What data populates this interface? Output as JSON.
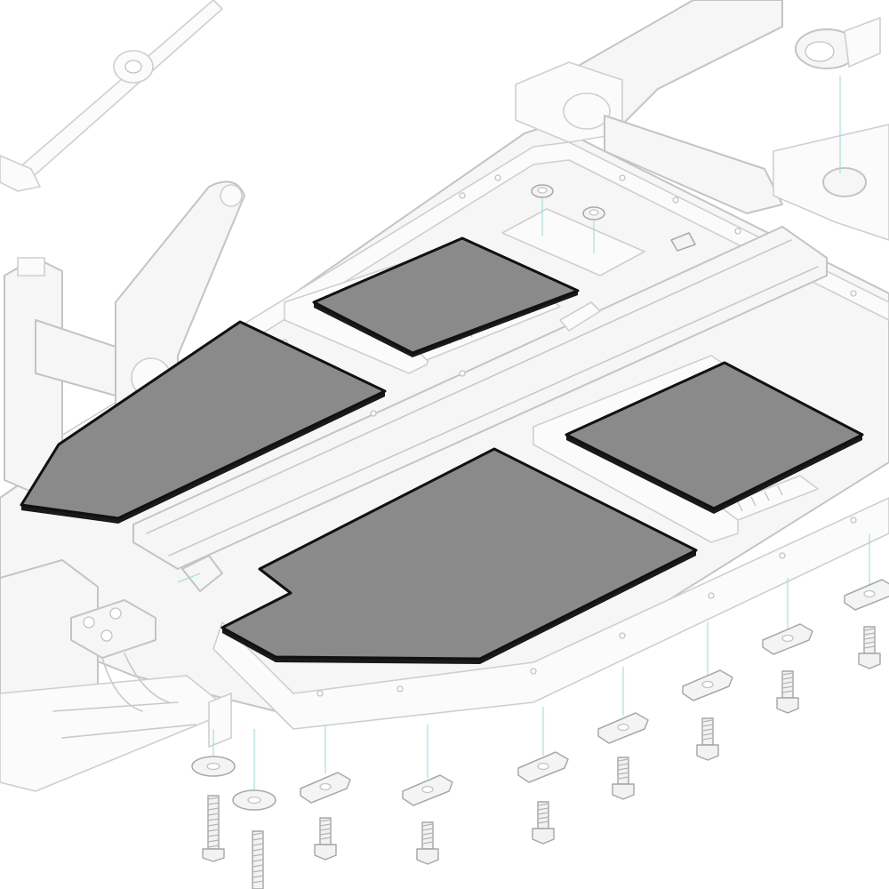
{
  "diagram": {
    "colors": {
      "background": "#ffffff",
      "chassis_stroke": "#c4c4c4",
      "chassis_fill": "#f6f6f6",
      "pad_fill": "#8a8a8a",
      "pad_outline": "#111111",
      "leader_line": "#8fdede",
      "fastener_stroke": "#a8a8a8"
    },
    "parts": [
      {
        "name": "insulation-pad",
        "shape": "flat panel",
        "count": 4
      },
      {
        "name": "clip-nut",
        "shape": "clip",
        "count": 10
      },
      {
        "name": "bolt",
        "shape": "hex bolt",
        "count": 10
      },
      {
        "name": "washer",
        "shape": "flat washer",
        "count": 2
      }
    ],
    "icons": {
      "pad": "panel-icon",
      "clip_nut": "clip-nut-icon",
      "bolt": "bolt-icon",
      "washer": "washer-icon"
    }
  }
}
